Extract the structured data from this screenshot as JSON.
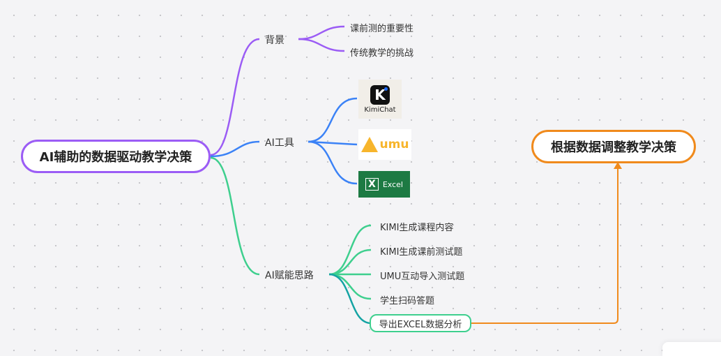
{
  "root": {
    "label": "AI辅助的数据驱动教学决策"
  },
  "goal": {
    "label": "根据数据调整教学决策"
  },
  "branches": [
    {
      "label": "背景",
      "children": [
        "课前测的重要性",
        "传统教学的挑战"
      ]
    },
    {
      "label": "AI工具",
      "children": [
        "KimiChat",
        "UMU",
        "Excel"
      ]
    },
    {
      "label": "AI赋能思路",
      "children": [
        "KIMI生成课程内容",
        "KIMI生成课前测试题",
        "UMU互动导入测试题",
        "学生扫码答题",
        "导出EXCEL数据分析"
      ]
    }
  ],
  "logos": {
    "kimi": "K",
    "umu": "umu",
    "excel": "X"
  },
  "colors": {
    "purple": "#9b5cf5",
    "blue": "#3b82f6",
    "green": "#3ecf8e",
    "teal": "#14a3a3",
    "orange": "#f08a1c"
  }
}
